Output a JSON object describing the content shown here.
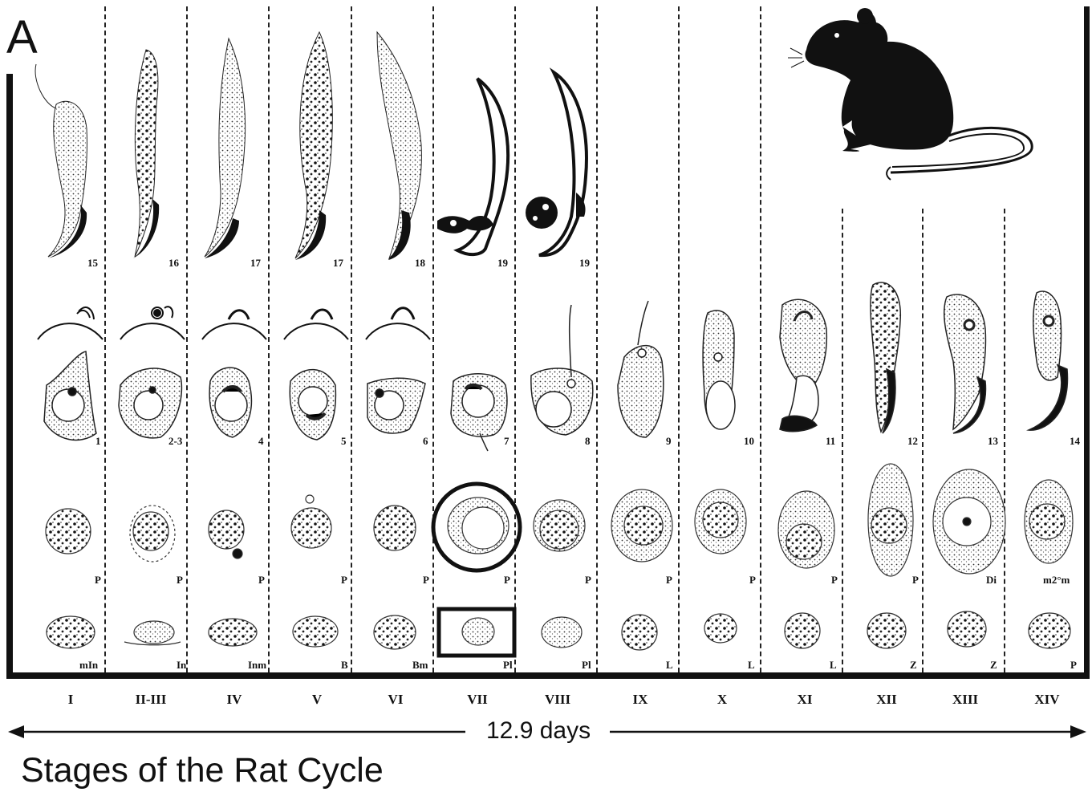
{
  "figure": {
    "panel_letter": "A",
    "duration_label": "12.9 days",
    "caption": "Stages of the Rat Cycle",
    "stages": [
      "I",
      "II-III",
      "IV",
      "V",
      "VI",
      "VII",
      "VIII",
      "IX",
      "X",
      "XI",
      "XII",
      "XIII",
      "XIV"
    ],
    "spermatid_row": [
      "15",
      "16",
      "17",
      "17",
      "18",
      "19",
      "19"
    ],
    "early_spermatid_row": [
      "1",
      "2-3",
      "4",
      "5",
      "6",
      "7",
      "8",
      "9",
      "10",
      "11",
      "12",
      "13",
      "14"
    ],
    "spermatocyte_row": [
      "P",
      "P",
      "P",
      "P",
      "P",
      "P",
      "P",
      "P",
      "P",
      "P",
      "P",
      "Di",
      "m2°m"
    ],
    "base_row": [
      "mIn",
      "In",
      "Inm",
      "B",
      "Bm",
      "Pl",
      "Pl",
      "L",
      "L",
      "L",
      "Z",
      "Z",
      "P"
    ],
    "highlight": {
      "circled_stage": "VII",
      "boxed_stage": "VII"
    },
    "icons": [
      "rat-illustration",
      "acrosome-cap-icon",
      "germ-cell-drawing",
      "double-arrow"
    ]
  }
}
